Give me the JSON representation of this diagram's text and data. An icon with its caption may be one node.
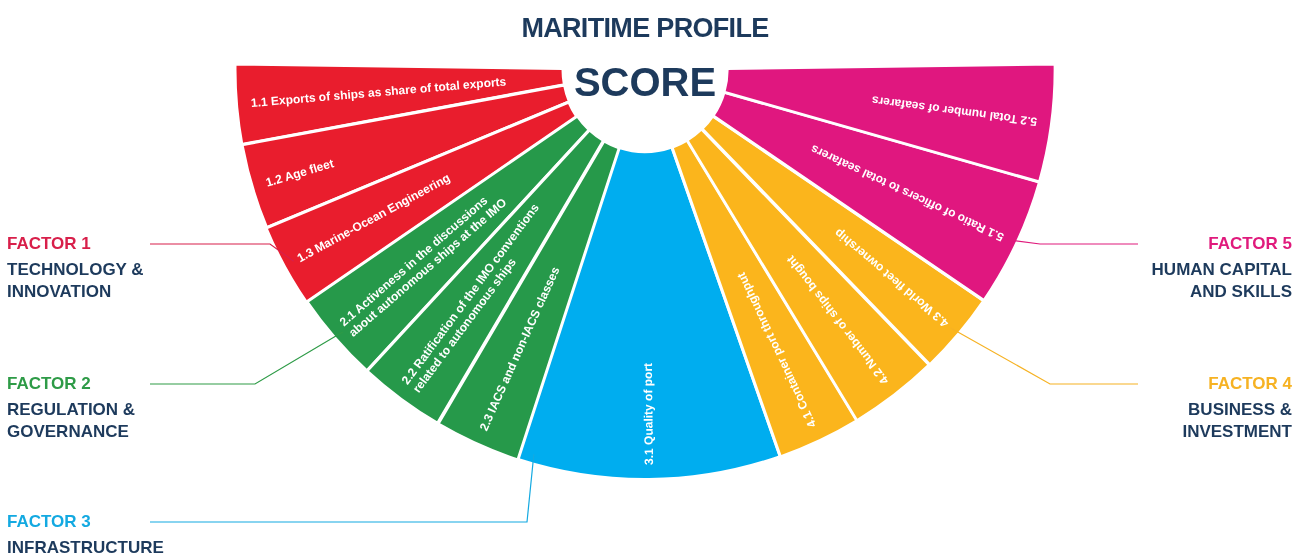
{
  "diagram": {
    "title": "MARITIME PROFILE",
    "nodes": [
      {
        "text": [
          "SCORE"
        ]
      },
      {
        "text": [
          "1.1 Exports of ships as share of total exports"
        ]
      },
      {
        "text": [
          "1.2 Age fleet"
        ]
      },
      {
        "text": [
          "1.3 Marine-Ocean Engineering"
        ]
      },
      {
        "text": [
          "2.1 Activeness in the discussions about autonomous ships at the IMO"
        ]
      },
      {
        "text": [
          "2.2 Ratification of the IMO conventions related to autonomous ships"
        ]
      },
      {
        "text": [
          "2.3 IACS and non-IACS classes"
        ]
      },
      {
        "text": [
          "3.1 Quality of port"
        ]
      },
      {
        "text": [
          "4.1 Container port throughput"
        ]
      },
      {
        "text": [
          "4.2 Number of ships bought"
        ]
      },
      {
        "text": [
          "4.3 World fleet ownership"
        ]
      },
      {
        "text": [
          "5.1 Ratio of officers to total seafarers"
        ]
      },
      {
        "text": [
          "5.2 Total number of seafarers"
        ]
      },
      {
        "text": [
          "FACTOR 1",
          "TECHNOLOGY & INNOVATION"
        ]
      },
      {
        "text": [
          "FACTOR 2",
          "REGULATION & GOVERNANCE"
        ]
      },
      {
        "text": [
          "FACTOR 3",
          "INFRASTRUCTURE"
        ]
      },
      {
        "text": [
          "FACTOR 4",
          "BUSINESS & INVESTMENT"
        ]
      },
      {
        "text": [
          "FACTOR 5",
          "HUMAN CAPITAL AND SKILLS"
        ]
      }
    ],
    "edges": [
      {
        "from": 13,
        "to": 3,
        "arrow": "none",
        "color": "#d81f4a"
      },
      {
        "from": 14,
        "to": 4,
        "arrow": "none",
        "color": "#2e9b47"
      },
      {
        "from": 15,
        "to": 7,
        "arrow": "none",
        "color": "#13a9e1"
      },
      {
        "from": 16,
        "to": 10,
        "arrow": "none",
        "color": "#f6b223"
      },
      {
        "from": 17,
        "to": 11,
        "arrow": "none",
        "color": "#e01a7c"
      }
    ]
  }
}
